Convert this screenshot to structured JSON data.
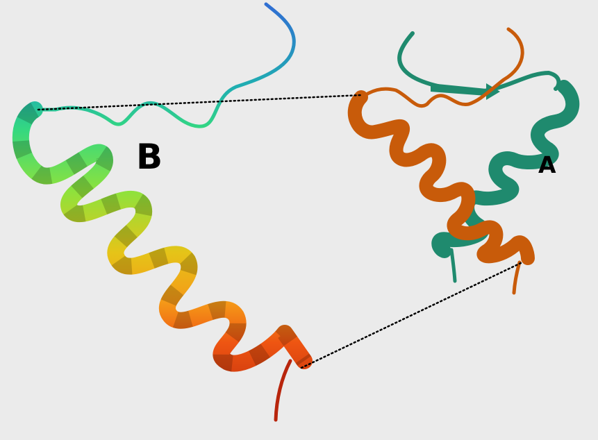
{
  "labels": {
    "chain_b": "B",
    "chain_a": "A"
  },
  "colors": {
    "background": "#ebebeb",
    "chain_a_teal": "#1f8a6e",
    "chain_a_orange": "#c85b0a",
    "chain_b_start": "#2f6fd2",
    "chain_b_end": "#b8250c",
    "link": "#000000"
  },
  "representation": "cartoon",
  "missing_segments": "dotted"
}
